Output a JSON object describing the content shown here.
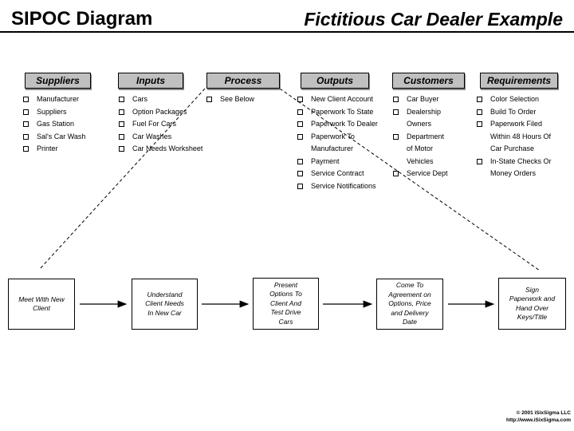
{
  "header": {
    "title": "SIPOC Diagram",
    "subtitle": "Fictitious Car Dealer Example"
  },
  "columns": [
    {
      "header": "Suppliers",
      "items": [
        "Manufacturer",
        "Suppliers",
        "Gas Station",
        "Sal's Car Wash",
        "Printer"
      ]
    },
    {
      "header": "Inputs",
      "items": [
        "Cars",
        "Option Packages",
        "Fuel For Cars",
        "Car Washes",
        "Car Needs Worksheet"
      ]
    },
    {
      "header": "Process",
      "items": [
        "See Below"
      ]
    },
    {
      "header": "Outputs",
      "items": [
        "New Client Account",
        "Paperwork To State",
        "Paperwork To Dealer",
        "Paperwork To\nManufacturer",
        "Payment",
        "Service Contract",
        "Service Notifications"
      ]
    },
    {
      "header": "Customers",
      "items": [
        "Car Buyer",
        "Dealership\nOwners",
        "Department\nof Motor\nVehicles",
        "Service Dept"
      ]
    },
    {
      "header": "Requirements",
      "items": [
        "Color Selection",
        "Build To Order",
        "Paperwork Filed\nWithin 48 Hours Of\nCar Purchase",
        "In-State Checks Or\nMoney Orders"
      ]
    }
  ],
  "process_flow": {
    "steps": [
      "Meet With New\nClient",
      "Understand\nClient Needs\nIn New Car",
      "Present\nOptions To\nClient And\nTest Drive\nCars",
      "Come To\nAgreement on\nOptions, Price\nand Delivery\nDate",
      "Sign\nPaperwork and\nHand Over\nKeys/Title"
    ]
  },
  "footer": {
    "copyright": "© 2001 iSixSigma LLC",
    "url": "http://www.iSixSigma.com"
  },
  "colors": {
    "header_fill": "#c0c0c0",
    "line": "#000000",
    "background": "#ffffff"
  }
}
